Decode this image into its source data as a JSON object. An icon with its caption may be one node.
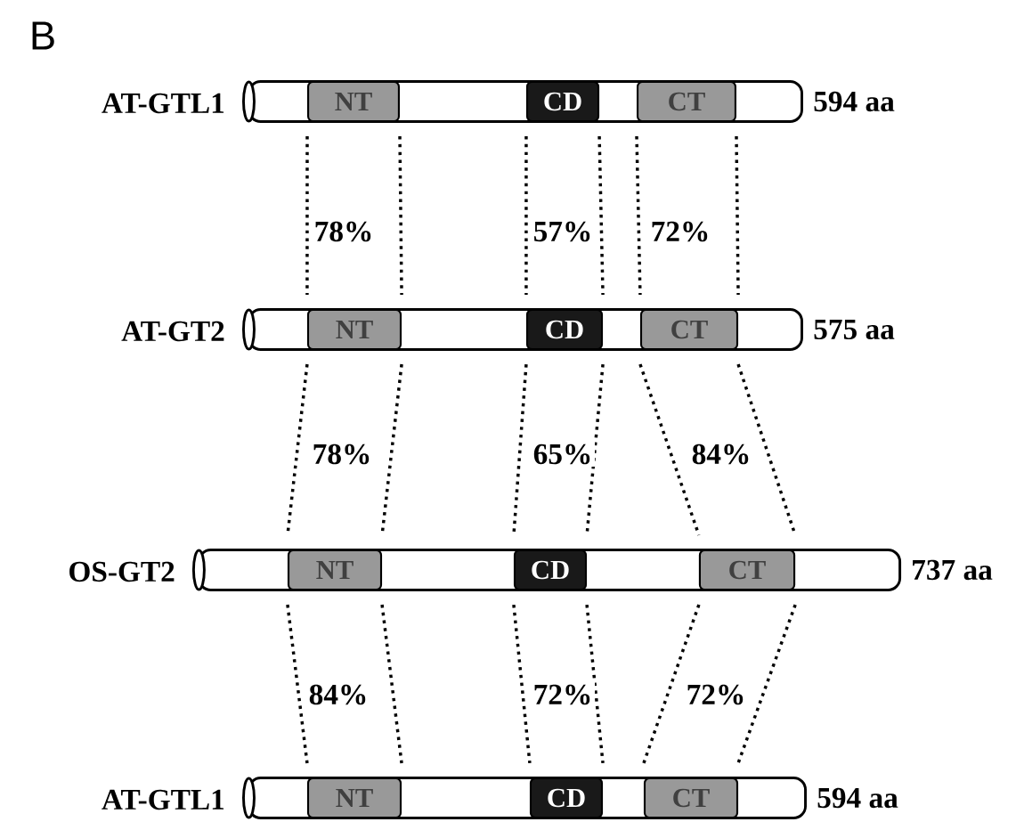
{
  "diagram": {
    "nodes": [
      {
        "text": [
          "AT-GTL1"
        ],
        "beside": [
          "594 aa"
        ]
      },
      {
        "text": [
          "NT"
        ],
        "in": 0
      },
      {
        "text": [
          "CD"
        ],
        "in": 0
      },
      {
        "text": [
          "CT"
        ],
        "in": 0
      },
      {
        "text": [
          "AT-GT2"
        ],
        "beside": [
          "575 aa"
        ]
      },
      {
        "text": [
          "NT"
        ],
        "in": 4
      },
      {
        "text": [
          "CD"
        ],
        "in": 4
      },
      {
        "text": [
          "CT"
        ],
        "in": 4
      },
      {
        "text": [
          "OS-GT2"
        ],
        "beside": [
          "737 aa"
        ]
      },
      {
        "text": [
          "NT"
        ],
        "in": 8
      },
      {
        "text": [
          "CD"
        ],
        "in": 8
      },
      {
        "text": [
          "CT"
        ],
        "in": 8
      },
      {
        "text": [
          "AT-GTL1"
        ],
        "beside": [
          "594 aa"
        ]
      },
      {
        "text": [
          "NT"
        ],
        "in": 12
      },
      {
        "text": [
          "CD"
        ],
        "in": 12
      },
      {
        "text": [
          "CT"
        ],
        "in": 12
      }
    ],
    "edges": [
      {
        "from": 1,
        "to": 5,
        "arrow": "none",
        "style": "dashed"
      },
      {
        "from": 1,
        "to": 5,
        "arrow": "none",
        "style": "dashed"
      },
      {
        "from": 2,
        "to": 6,
        "arrow": "none",
        "style": "dashed"
      },
      {
        "from": 2,
        "to": 6,
        "arrow": "none",
        "style": "dashed"
      },
      {
        "from": 3,
        "to": 7,
        "arrow": "none",
        "style": "dashed"
      },
      {
        "from": 3,
        "to": 7,
        "arrow": "none",
        "style": "dashed"
      },
      {
        "from": 5,
        "to": 9,
        "arrow": "none",
        "style": "dashed"
      },
      {
        "from": 5,
        "to": 9,
        "arrow": "none",
        "style": "dashed"
      },
      {
        "from": 6,
        "to": 10,
        "arrow": "none",
        "style": "dashed"
      },
      {
        "from": 6,
        "to": 10,
        "arrow": "none",
        "style": "dashed"
      },
      {
        "from": 7,
        "to": 11,
        "arrow": "none",
        "style": "dashed"
      },
      {
        "from": 7,
        "to": 11,
        "arrow": "none",
        "style": "dashed"
      },
      {
        "from": 9,
        "to": 13,
        "arrow": "none",
        "style": "dashed"
      },
      {
        "from": 9,
        "to": 13,
        "arrow": "none",
        "style": "dashed"
      },
      {
        "from": 10,
        "to": 14,
        "arrow": "none",
        "style": "dashed"
      },
      {
        "from": 10,
        "to": 14,
        "arrow": "none",
        "style": "dashed"
      },
      {
        "from": 11,
        "to": 15,
        "arrow": "none",
        "style": "dashed"
      },
      {
        "from": 11,
        "to": 15,
        "arrow": "none",
        "style": "dashed"
      }
    ],
    "labels": [
      "B",
      "78%",
      "57%",
      "72%",
      "78%",
      "65%",
      "84%",
      "84%",
      "72%",
      "72%"
    ]
  }
}
